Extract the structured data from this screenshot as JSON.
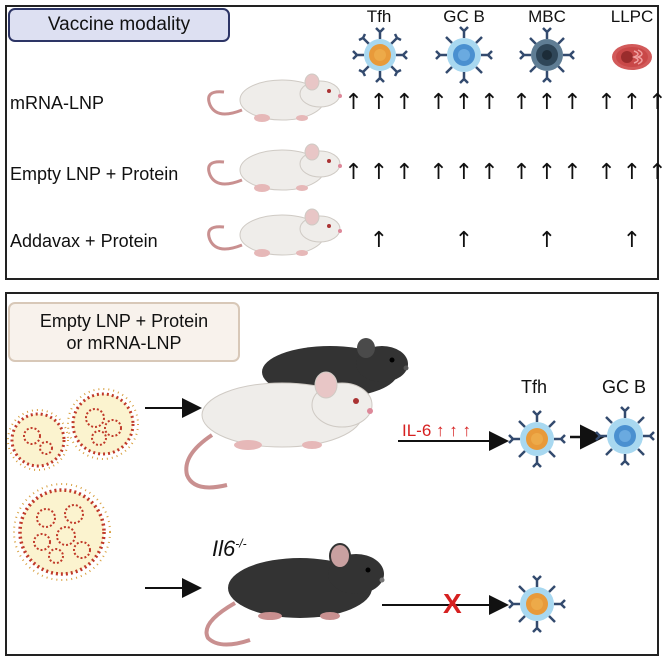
{
  "panel_top": {
    "title": "Vaccine modality",
    "cell_types": [
      "Tfh",
      "GC B",
      "MBC",
      "LLPC"
    ],
    "rows": [
      {
        "label": "mRNA-LNP",
        "responses": [
          "↑ ↑ ↑",
          "↑ ↑ ↑",
          "↑ ↑ ↑",
          "↑ ↑ ↑"
        ]
      },
      {
        "label": "Empty LNP + Protein",
        "responses": [
          "↑ ↑ ↑",
          "↑ ↑ ↑",
          "↑ ↑ ↑",
          "↑ ↑ ↑"
        ]
      },
      {
        "label": "Addavax + Protein",
        "responses": [
          "↑",
          "↑",
          "↑",
          "↑"
        ]
      }
    ]
  },
  "panel_bottom": {
    "title_line1": "Empty LNP + Protein",
    "title_line2": "or mRNA-LNP",
    "il6_label": "IL-6 ↑ ↑ ↑",
    "tfh_label": "Tfh",
    "gcb_label": "GC B",
    "knockout_label": "Il6",
    "knockout_sup": "-/-",
    "block_symbol": "X"
  },
  "colors": {
    "tag_fill": "#dde0f2",
    "tag_border": "#2d3566",
    "il6_red": "#d62020",
    "tfh_orange": "#e89a3a",
    "gcb_blue": "#8ec8ee",
    "mbc_dark": "#2f4658",
    "llpc_red": "#c94848",
    "receptor_navy": "#334a6e",
    "white_mouse": "#efedea",
    "black_mouse": "#333333",
    "lnp_yellow": "#fbf3cf",
    "lnp_red": "#c03a2a"
  }
}
